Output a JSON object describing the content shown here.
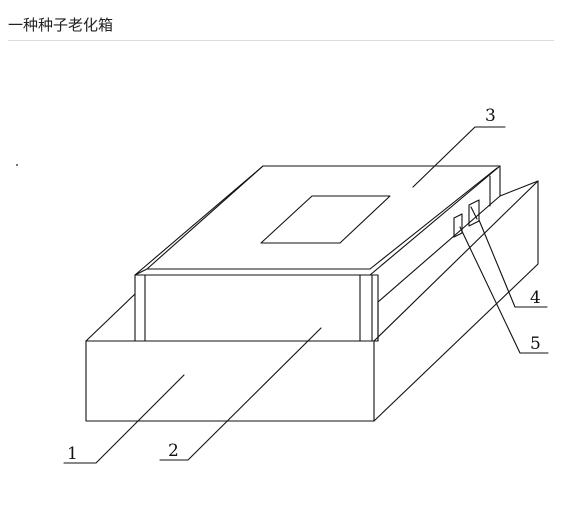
{
  "page": {
    "title": "一种种子老化箱"
  },
  "diagram": {
    "labels": {
      "l1": "1",
      "l2": "2",
      "l3": "3",
      "l4": "4",
      "l5": "5"
    }
  }
}
